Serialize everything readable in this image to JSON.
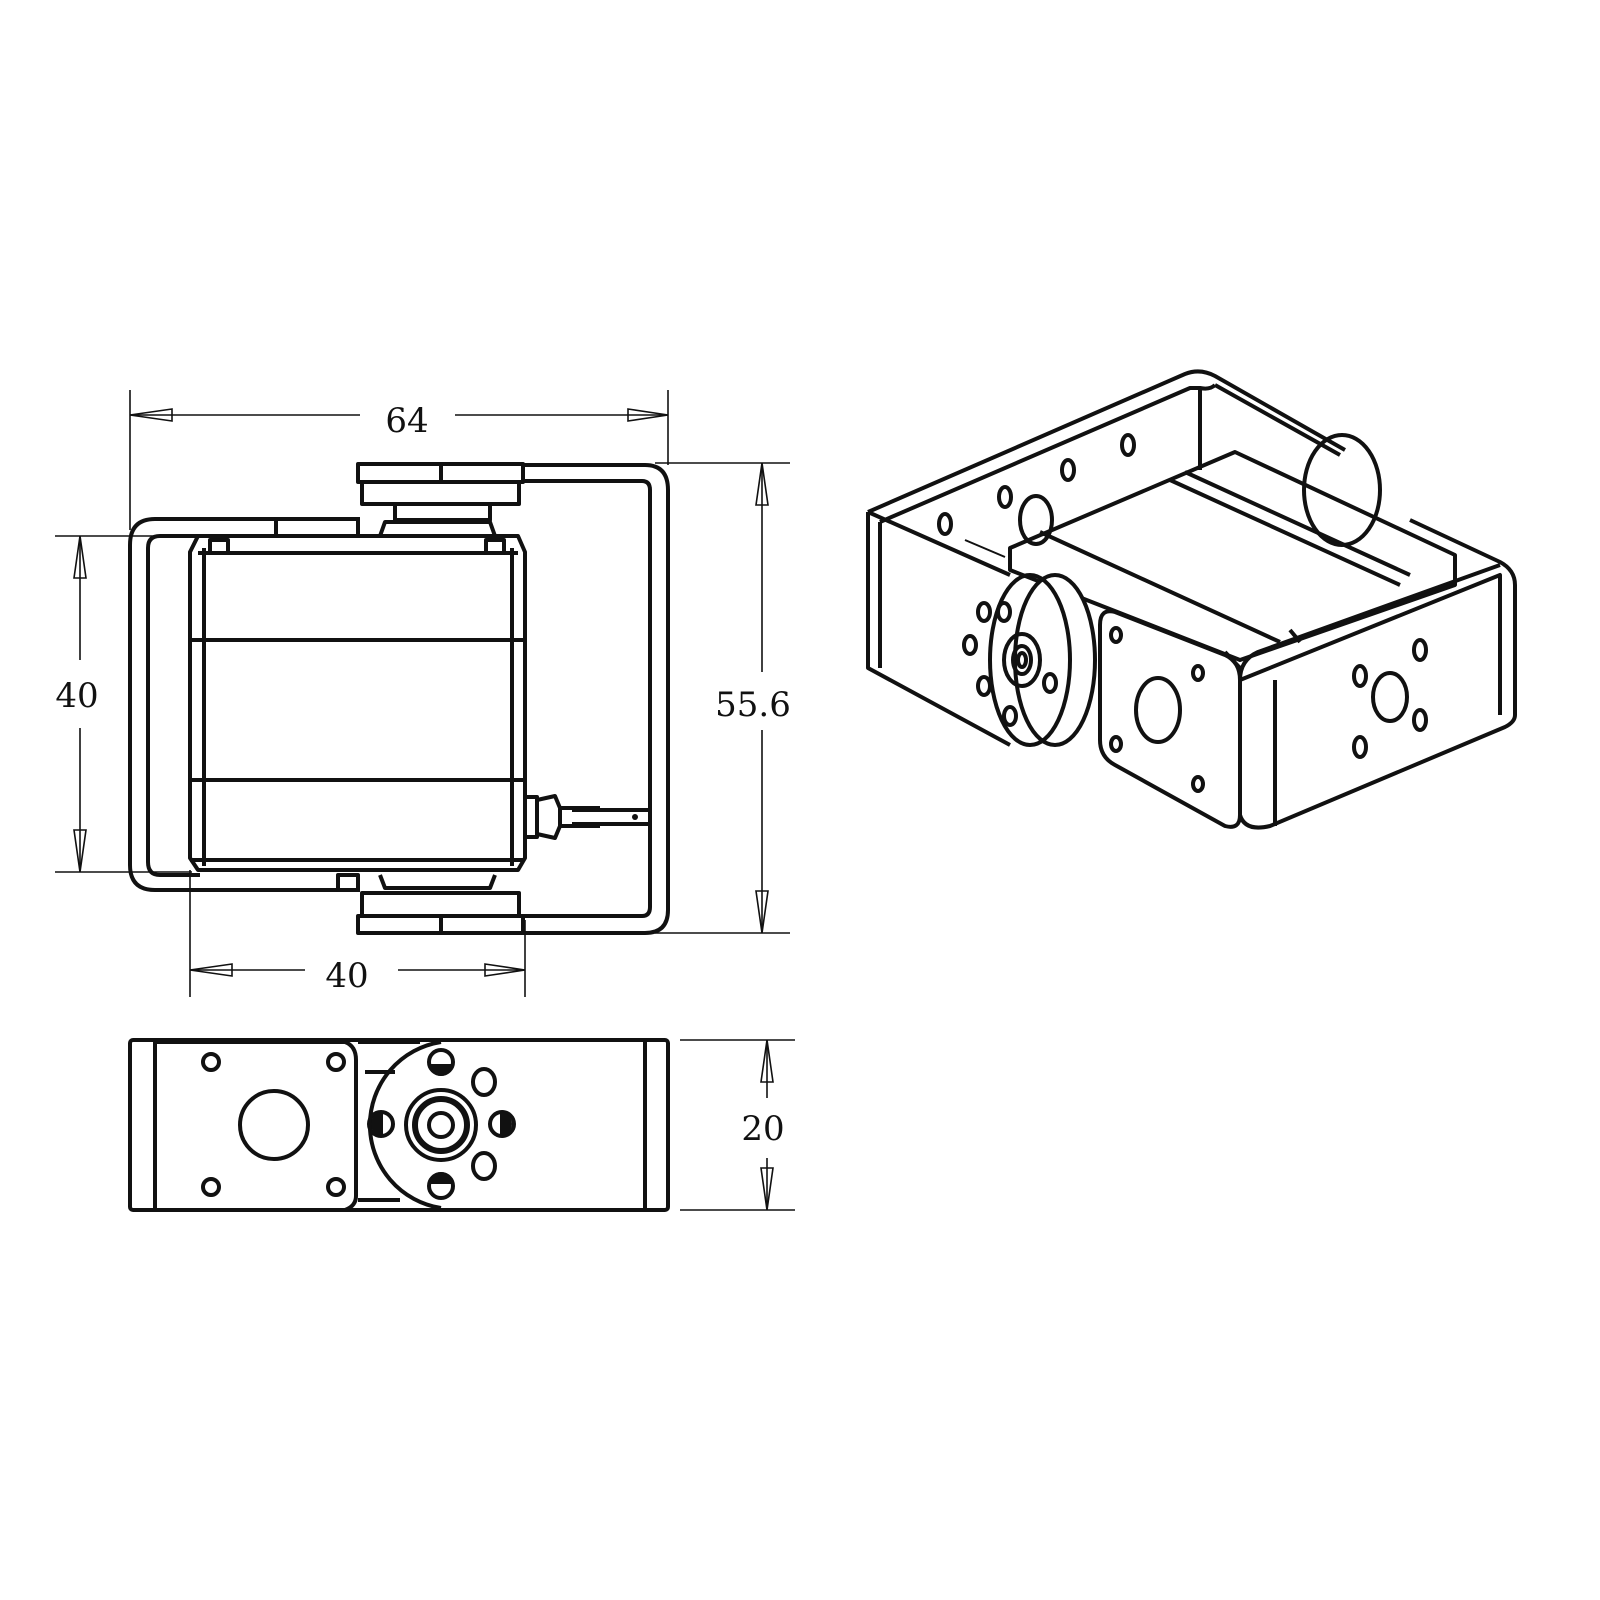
{
  "drawing": {
    "units": "",
    "dimensions": {
      "front_width": "64",
      "front_height_left": "40",
      "front_height_right": "55.6",
      "front_body_width": "40",
      "bottom_depth": "20"
    },
    "colors": {
      "line": "#111111",
      "background": "#ffffff"
    }
  }
}
